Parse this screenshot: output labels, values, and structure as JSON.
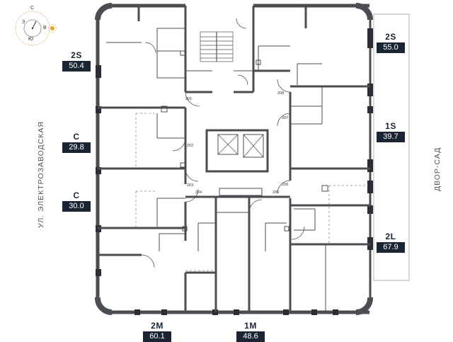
{
  "compass": {
    "north": "С",
    "west": "З",
    "east": "В",
    "south": "Ю"
  },
  "streets": {
    "left": "УЛ. ЭЛЕКТРОЗАВОДСКАЯ",
    "right": "ДВОР-САД"
  },
  "apartments": [
    {
      "type": "2S",
      "area": "50.4"
    },
    {
      "type": "C",
      "area": "29.8"
    },
    {
      "type": "C",
      "area": "30.0"
    },
    {
      "type": "2S",
      "area": "55.0"
    },
    {
      "type": "1S",
      "area": "39.7"
    },
    {
      "type": "2L",
      "area": "67.9"
    },
    {
      "type": "2M",
      "area": "60.1"
    },
    {
      "type": "1M",
      "area": "48.6"
    }
  ],
  "room_numbers": [
    "201",
    "202",
    "203",
    "204",
    "205",
    "206",
    "207",
    "208"
  ]
}
